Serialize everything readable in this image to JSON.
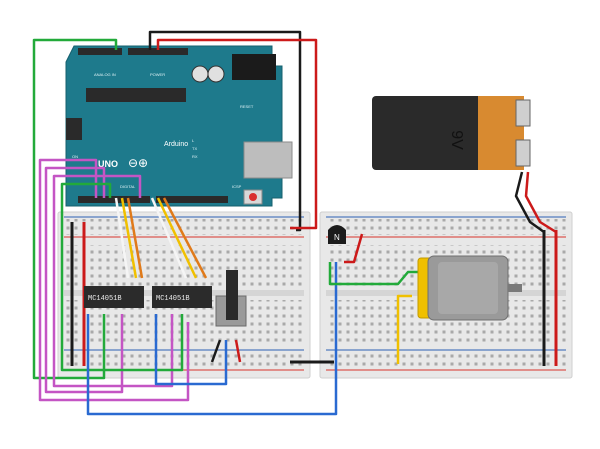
{
  "arduino": {
    "brand": "Arduino",
    "model": "UNO",
    "reset_label": "RESET",
    "icsp_label": "ICSP",
    "power_label": "POWER",
    "analog_label": "ANALOG IN",
    "digital_label": "DIGITAL",
    "tx_label": "TX",
    "rx_label": "RX",
    "l_label": "L",
    "on_label": "ON"
  },
  "chips": [
    {
      "label": "MC14051B"
    },
    {
      "label": "MC14051B"
    }
  ],
  "battery": {
    "label": "9V"
  },
  "transistor": {
    "label": "N"
  },
  "colors": {
    "arduino": "#1e7a8c",
    "breadboard": "#e6e6e6",
    "rail_red": "#d9342b",
    "rail_blue": "#2b5fb5",
    "wire_green": "#22aa3a",
    "wire_purple": "#c455c4",
    "wire_blue": "#2a6ad1",
    "wire_black": "#1a1a1a",
    "wire_red": "#cc1a1a",
    "wire_yellow": "#f0c000",
    "wire_orange": "#e07a1a",
    "battery_body": "#2a2a2a",
    "battery_cap": "#d88a30",
    "motor": "#f0c000"
  }
}
